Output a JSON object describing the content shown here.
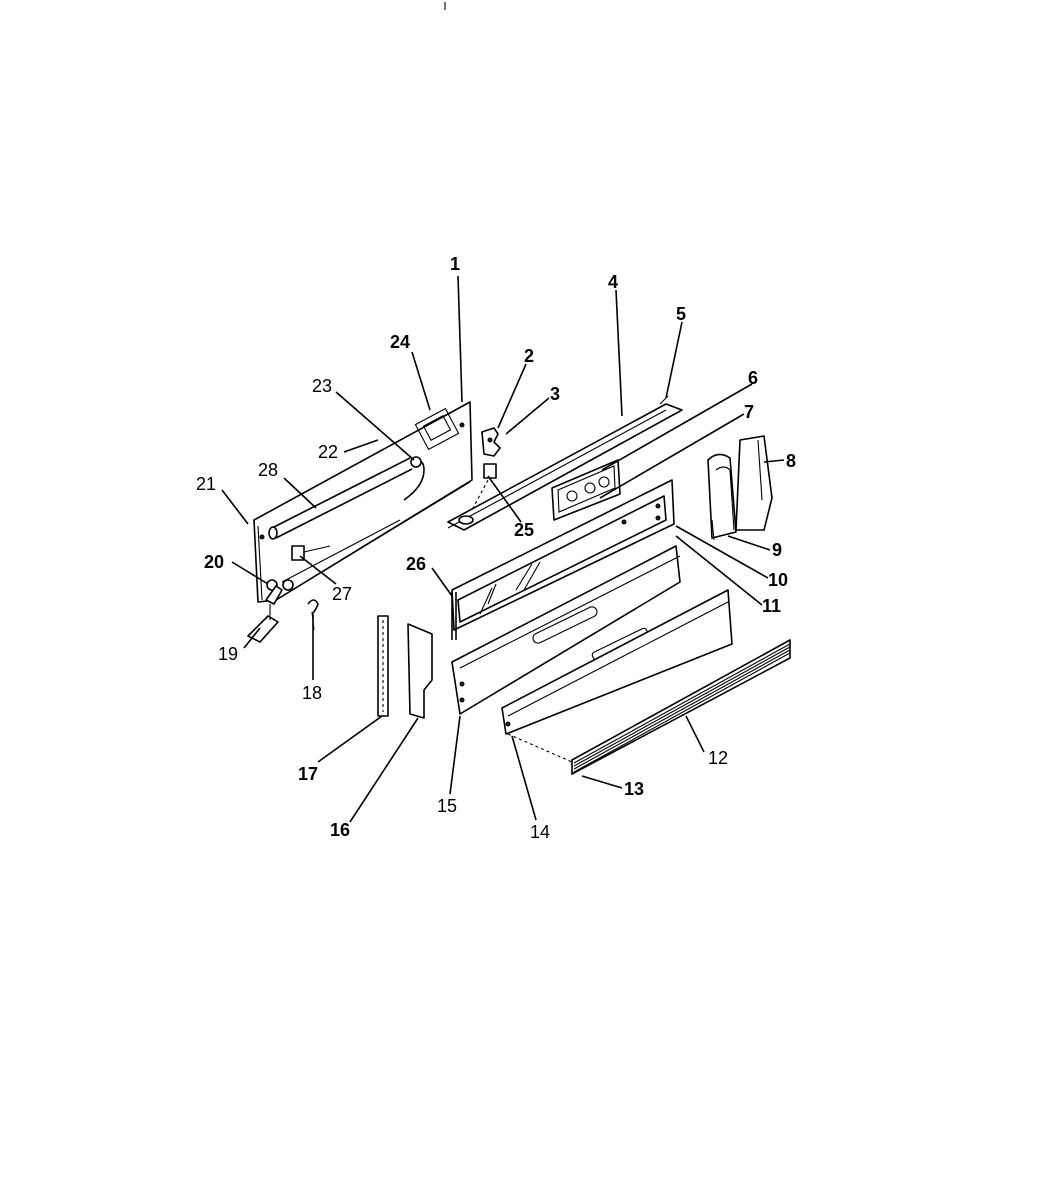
{
  "callouts": [
    {
      "number": "1"
    },
    {
      "number": "2"
    },
    {
      "number": "3"
    },
    {
      "number": "4"
    },
    {
      "number": "5"
    },
    {
      "number": "6"
    },
    {
      "number": "7"
    },
    {
      "number": "8"
    },
    {
      "number": "9"
    },
    {
      "number": "10"
    },
    {
      "number": "11"
    },
    {
      "number": "12"
    },
    {
      "number": "13"
    },
    {
      "number": "14"
    },
    {
      "number": "15"
    },
    {
      "number": "16"
    },
    {
      "number": "17"
    },
    {
      "number": "18"
    },
    {
      "number": "19"
    },
    {
      "number": "20"
    },
    {
      "number": "21"
    },
    {
      "number": "22"
    },
    {
      "number": "23"
    },
    {
      "number": "24"
    },
    {
      "number": "25"
    },
    {
      "number": "26"
    },
    {
      "number": "27"
    },
    {
      "number": "28"
    }
  ]
}
